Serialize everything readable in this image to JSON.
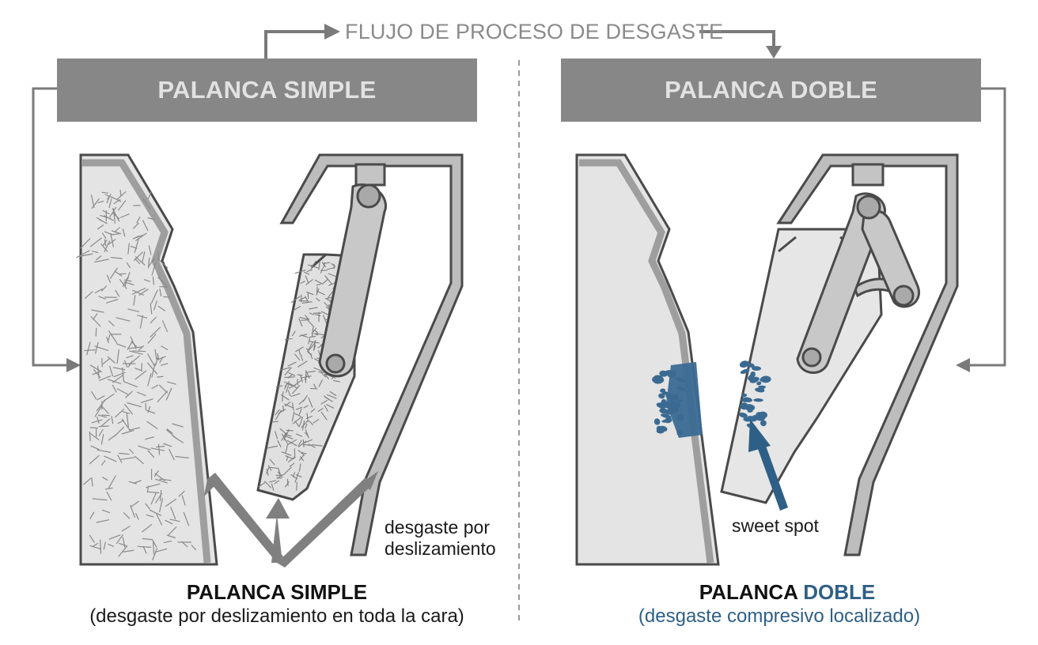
{
  "flow_title": "FLUJO DE PROCESO DE DESGASTE",
  "left_panel": {
    "header": "PALANCA SIMPLE",
    "callout": [
      "desgaste por",
      "deslizamiento"
    ],
    "caption_title": "PALANCA SIMPLE",
    "caption_subtitle": "(desgaste por deslizamiento en toda la cara)"
  },
  "right_panel": {
    "header": "PALANCA DOBLE",
    "callout": "sweet spot",
    "caption_title_plain": "PALANCA ",
    "caption_title_accent": "DOBLE",
    "caption_subtitle": "(desgaste compresivo localizado)"
  },
  "colors": {
    "header_bg": "#878787",
    "header_text": "#e2e2e2",
    "accent_blue": "#2e5f86",
    "wear_blue": "#3a6a92",
    "plate_fill": "#e6e6e6",
    "outline": "#4a4a4a",
    "arrow_gray": "#808080"
  }
}
